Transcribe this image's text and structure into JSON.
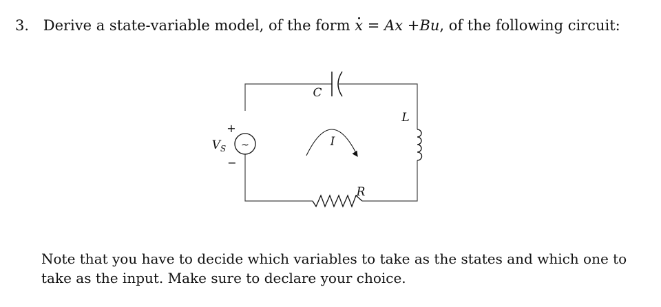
{
  "problem": {
    "number": "3.",
    "text_before": "Derive a state-variable model, of the form",
    "equation": {
      "lhs": "x",
      "equals": "=",
      "rhs_a": "Ax",
      "plus": "+",
      "rhs_b": "Bu"
    },
    "text_after": ", of the following circuit:"
  },
  "circuit": {
    "capacitor_label": "C",
    "inductor_label": "L",
    "resistor_label": "R",
    "current_label": "I",
    "source_label": "V",
    "source_subscript": "S",
    "source_symbol": "~",
    "plus_sign": "+",
    "minus_sign": "−"
  },
  "note": {
    "text": "Note that you have to decide which variables to take as the states and which one to take as the input. Make sure to declare your choice."
  }
}
